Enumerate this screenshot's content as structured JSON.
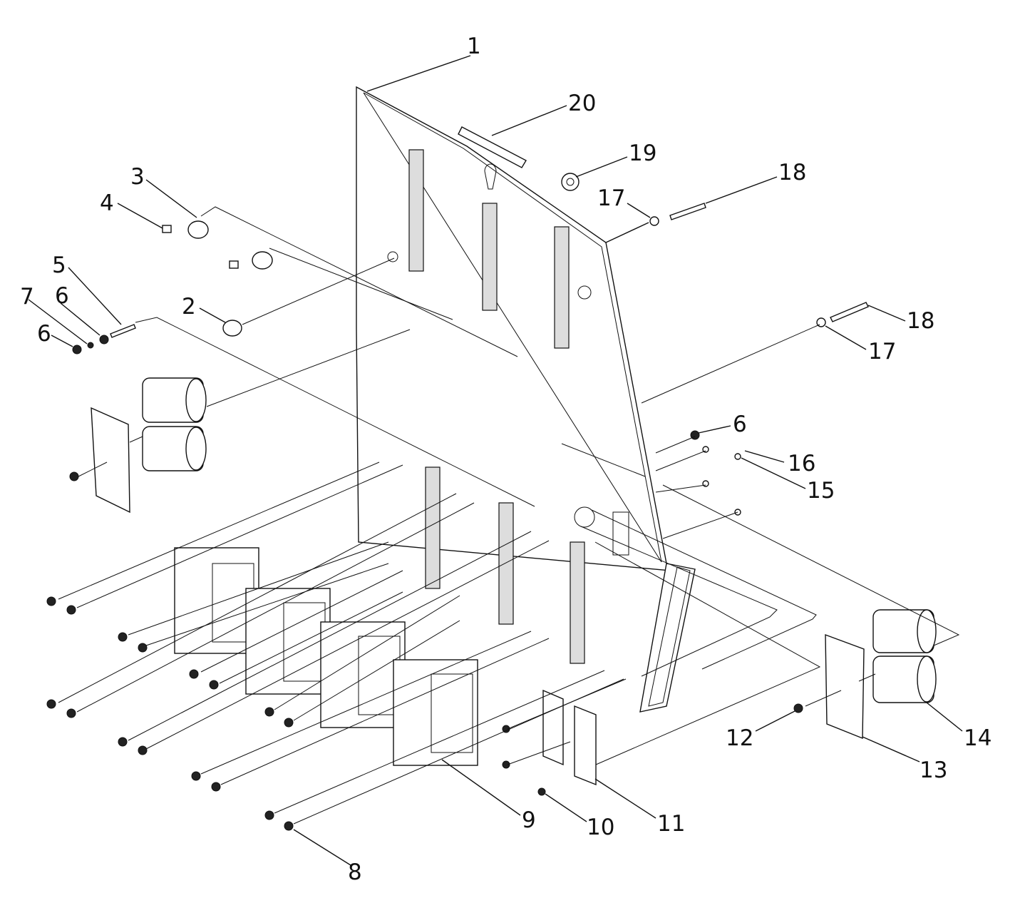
{
  "diagram": {
    "type": "exploded-parts-view",
    "colors": {
      "line": "#111111",
      "background": "#ffffff",
      "shade": "#dddddd"
    },
    "callouts": [
      "1",
      "2",
      "3",
      "4",
      "5",
      "6",
      "7",
      "8",
      "9",
      "10",
      "11",
      "12",
      "13",
      "14",
      "15",
      "16",
      "17",
      "18",
      "19",
      "20"
    ],
    "duplicate_callouts": {
      "6": 3,
      "17": 2,
      "18": 2
    }
  }
}
